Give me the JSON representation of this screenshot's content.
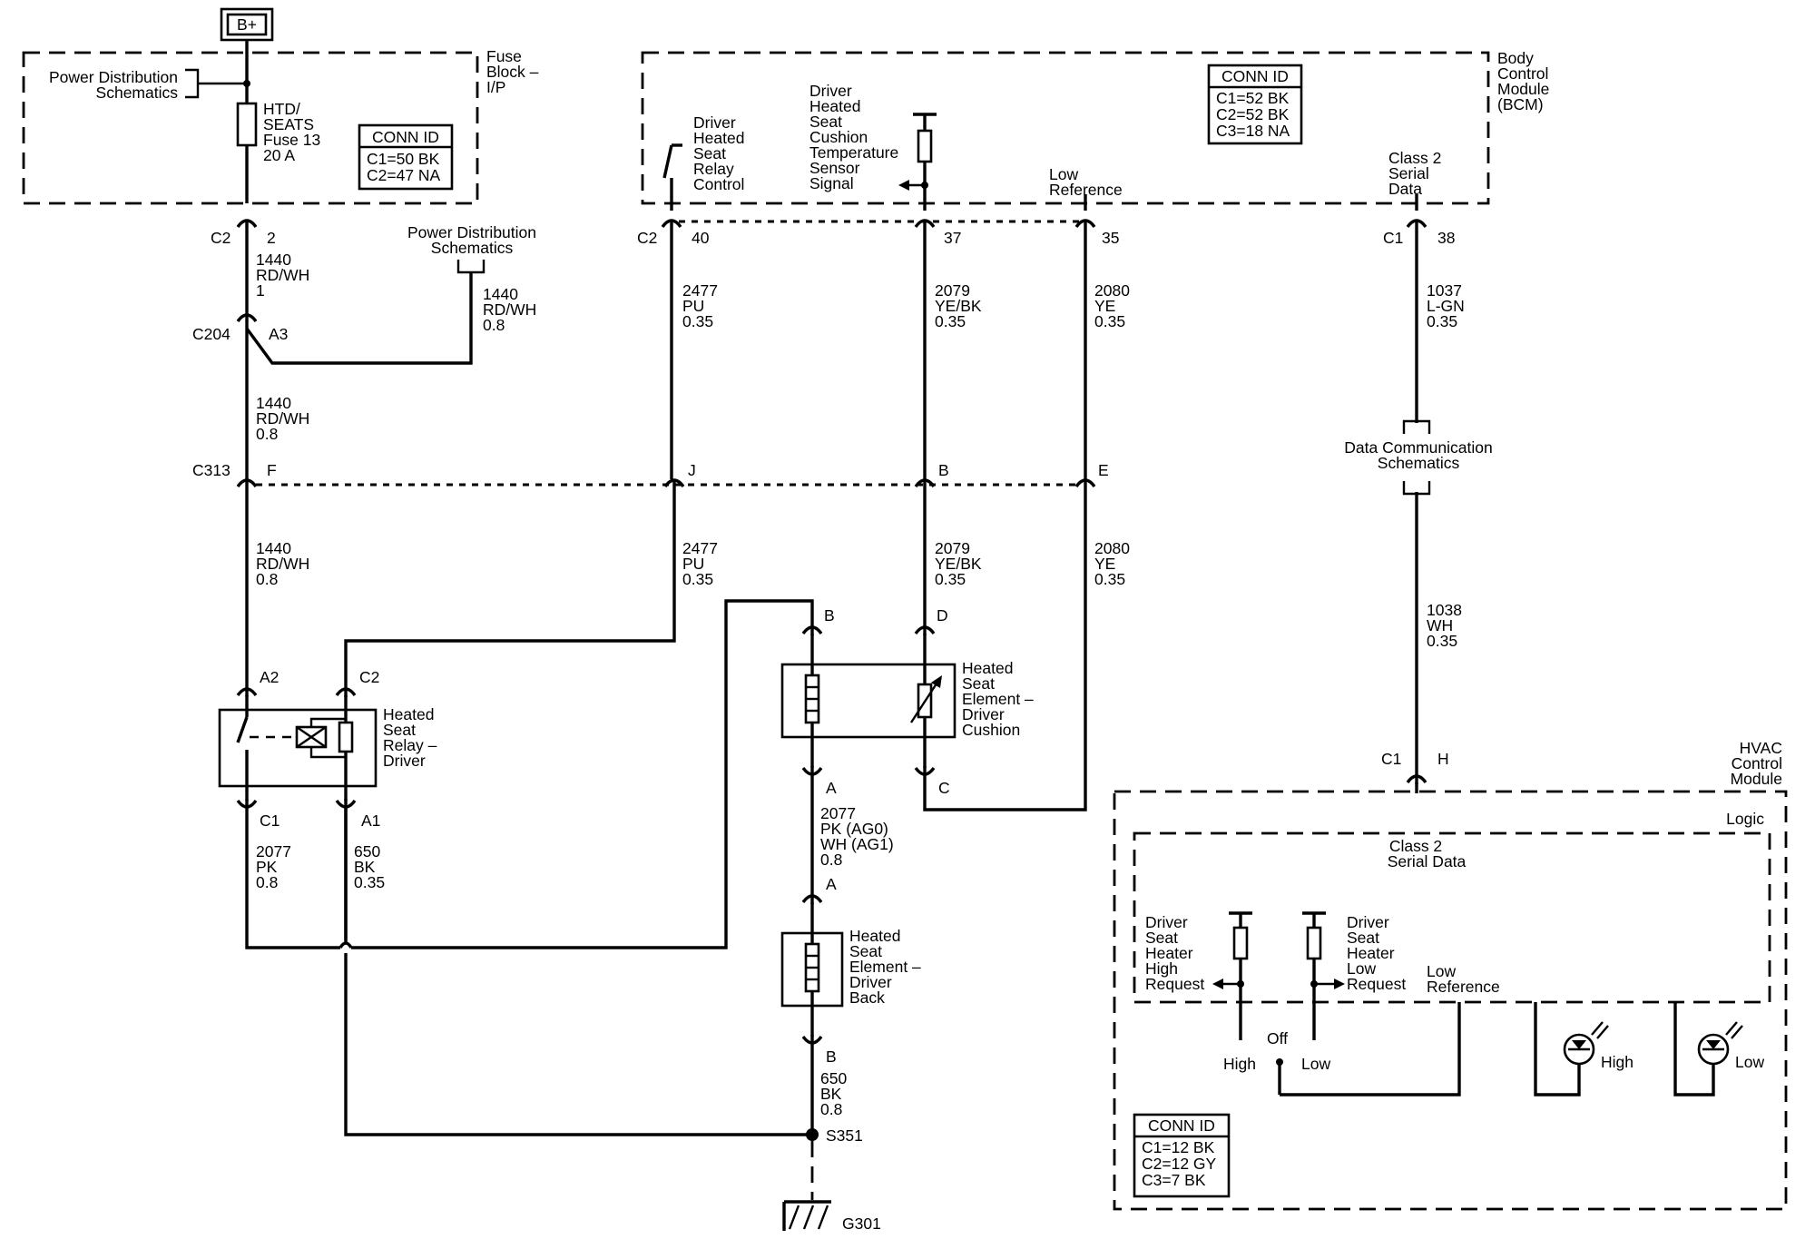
{
  "power": {
    "b_plus": "B+"
  },
  "fuse_block": {
    "label": [
      "Fuse",
      "Block –",
      "I/P"
    ],
    "power_dist": [
      "Power Distribution",
      "Schematics"
    ],
    "fuse": [
      "HTD/",
      "SEATS",
      "Fuse 13",
      "20 A"
    ],
    "conn_id": [
      "CONN ID",
      "C1=50 BK",
      "C2=47 NA"
    ]
  },
  "bcm": {
    "label": [
      "Body",
      "Control",
      "Module",
      "(BCM)"
    ],
    "conn_id": [
      "CONN ID",
      "C1=52 BK",
      "C2=52 BK",
      "C3=18 NA"
    ],
    "relay_control": [
      "Driver",
      "Heated",
      "Seat",
      "Relay",
      "Control"
    ],
    "temp_sensor": [
      "Driver",
      "Heated",
      "Seat",
      "Cushion",
      "Temperature",
      "Sensor",
      "Signal"
    ],
    "low_ref": [
      "Low",
      "Reference"
    ],
    "class2": [
      "Class 2",
      "Serial",
      "Data"
    ]
  },
  "connectors": {
    "c2_left": "C2",
    "pin_2": "2",
    "c204": "C204",
    "a3": "A3",
    "c313": "C313",
    "f": "F",
    "j": "J",
    "b": "B",
    "e": "E",
    "c2_bcm": "C2",
    "pin_40": "40",
    "pin_37": "37",
    "pin_35": "35",
    "c1_bcm": "C1",
    "pin_38": "38",
    "a2": "A2",
    "c2_relay": "C2",
    "c1_relay": "C1",
    "a1": "A1",
    "b_elem": "B",
    "d_elem": "D",
    "a_elem": "A",
    "c_elem": "C",
    "a_back": "A",
    "b_back": "B",
    "c1_hvac": "C1",
    "h_hvac": "H",
    "s351": "S351",
    "g301": "G301"
  },
  "wires": {
    "w1440_1": [
      "1440",
      "RD/WH",
      "1"
    ],
    "w1440_pd": [
      "1440",
      "RD/WH",
      "0.8"
    ],
    "w1440_2": [
      "1440",
      "RD/WH",
      "0.8"
    ],
    "w1440_3": [
      "1440",
      "RD/WH",
      "0.8"
    ],
    "w2477_1": [
      "2477",
      "PU",
      "0.35"
    ],
    "w2477_2": [
      "2477",
      "PU",
      "0.35"
    ],
    "w2079_1": [
      "2079",
      "YE/BK",
      "0.35"
    ],
    "w2079_2": [
      "2079",
      "YE/BK",
      "0.35"
    ],
    "w2080_1": [
      "2080",
      "YE",
      "0.35"
    ],
    "w2080_2": [
      "2080",
      "YE",
      "0.35"
    ],
    "w1037": [
      "1037",
      "L-GN",
      "0.35"
    ],
    "w1038": [
      "1038",
      "WH",
      "0.35"
    ],
    "w2077_relay": [
      "2077",
      "PK",
      "0.8"
    ],
    "w650_relay": [
      "650",
      "BK",
      "0.35"
    ],
    "w2077_elem": [
      "2077",
      "PK (AG0)",
      "WH (AG1)",
      "0.8"
    ],
    "w650_back": [
      "650",
      "BK",
      "0.8"
    ]
  },
  "power_dist_mid": [
    "Power Distribution",
    "Schematics"
  ],
  "data_comm": [
    "Data Communication",
    "Schematics"
  ],
  "relay": [
    "Heated",
    "Seat",
    "Relay –",
    "Driver"
  ],
  "element_cushion": [
    "Heated",
    "Seat",
    "Element –",
    "Driver",
    "Cushion"
  ],
  "element_back": [
    "Heated",
    "Seat",
    "Element –",
    "Driver",
    "Back"
  ],
  "hvac": {
    "label": [
      "HVAC",
      "Control",
      "Module"
    ],
    "logic": "Logic",
    "class2": [
      "Class 2",
      "Serial Data"
    ],
    "high_req": [
      "Driver",
      "Seat",
      "Heater",
      "High",
      "Request"
    ],
    "low_req": [
      "Driver",
      "Seat",
      "Heater",
      "Low",
      "Request"
    ],
    "low_ref": [
      "Low",
      "Reference"
    ],
    "switch_high": "High",
    "switch_off": "Off",
    "switch_low": "Low",
    "lamp_high": "High",
    "lamp_low": "Low",
    "conn_id": [
      "CONN ID",
      "C1=12 BK",
      "C2=12 GY",
      "C3=7 BK"
    ]
  }
}
